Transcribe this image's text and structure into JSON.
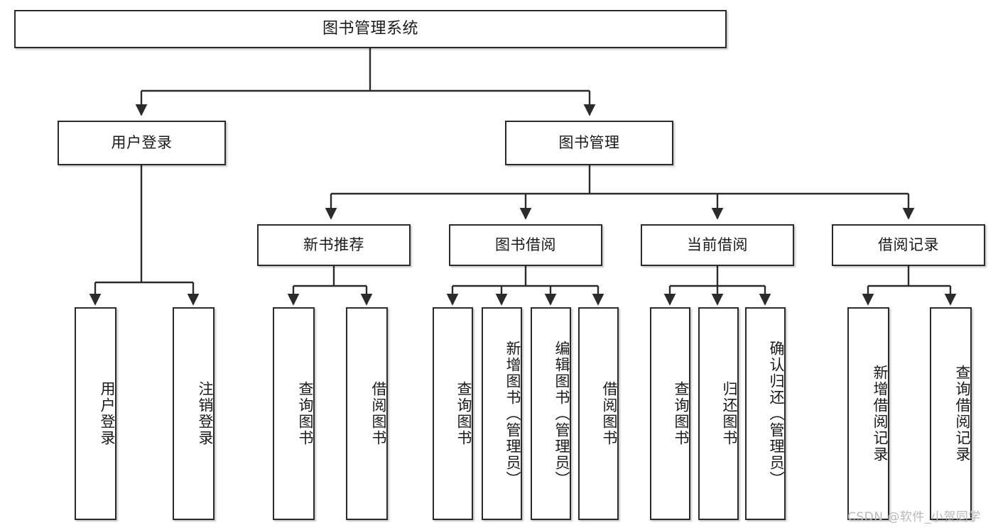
{
  "diagram": {
    "type": "tree-hierarchy",
    "title": "图书管理系统",
    "levels": 4,
    "root": {
      "label": "图书管理系统"
    },
    "level2": [
      {
        "label": "用户登录"
      },
      {
        "label": "图书管理"
      }
    ],
    "level3": [
      {
        "label": "新书推荐",
        "parent": "图书管理"
      },
      {
        "label": "图书借阅",
        "parent": "图书管理"
      },
      {
        "label": "当前借阅",
        "parent": "图书管理"
      },
      {
        "label": "借阅记录",
        "parent": "图书管理"
      }
    ],
    "leaves": [
      {
        "label": "用户登录",
        "parent": "用户登录"
      },
      {
        "label": "注销登录",
        "parent": "用户登录"
      },
      {
        "label": "查询图书",
        "parent": "新书推荐"
      },
      {
        "label": "借阅图书",
        "parent": "新书推荐"
      },
      {
        "label": "查询图书",
        "parent": "图书借阅"
      },
      {
        "label": "新增图书（管理员）",
        "parent": "图书借阅"
      },
      {
        "label": "编辑图书（管理员）",
        "parent": "图书借阅"
      },
      {
        "label": "借阅图书",
        "parent": "图书借阅"
      },
      {
        "label": "查询图书",
        "parent": "当前借阅"
      },
      {
        "label": "归还图书",
        "parent": "当前借阅"
      },
      {
        "label": "确认归还（管理员）",
        "parent": "当前借阅"
      },
      {
        "label": "新增借阅记录",
        "parent": "借阅记录"
      },
      {
        "label": "查询借阅记录",
        "parent": "借阅记录"
      }
    ]
  },
  "watermark": {
    "text": "CSDN @软件_小贺同学"
  },
  "colors": {
    "border": "#2b2b2b",
    "background": "#ffffff",
    "text": "#1a1a1a",
    "watermark": "#b9b9b9"
  }
}
